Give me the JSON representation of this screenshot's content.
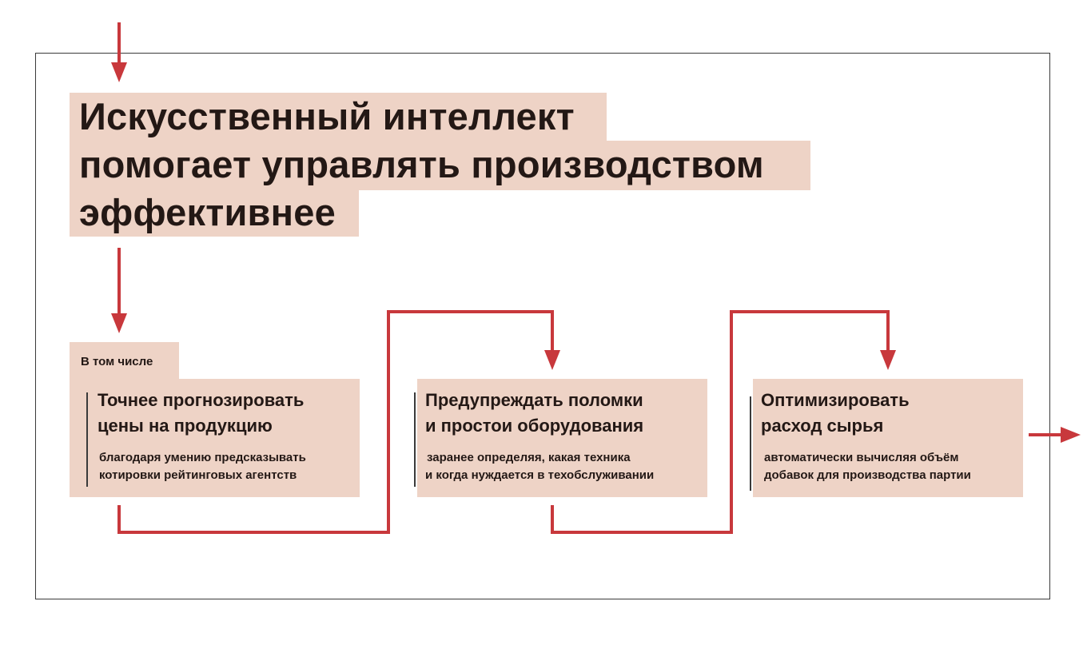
{
  "title": {
    "lines": [
      "Искусственный интеллект",
      "помогает управлять производством",
      "эффективнее"
    ]
  },
  "tag_label": "В том числе",
  "cards": [
    {
      "heading": [
        "Точнее прогнозировать",
        "цены на продукцию"
      ],
      "detail": [
        "благодаря умению предсказывать",
        "котировки рейтинговых агентств"
      ]
    },
    {
      "heading": [
        "Предупреждать поломки",
        "и простои оборудования"
      ],
      "detail": [
        "заранее определяя, какая техника",
        "и когда нуждается в техобслуживании"
      ]
    },
    {
      "heading": [
        "Оптимизировать",
        "расход сырья"
      ],
      "detail": [
        "автоматически вычисляя объём",
        "добавок для производства партии"
      ]
    }
  ],
  "colors": {
    "arrow": "#c8383c",
    "highlight": "#eed3c6",
    "text": "#231815",
    "frame": "#3a3a3a"
  }
}
